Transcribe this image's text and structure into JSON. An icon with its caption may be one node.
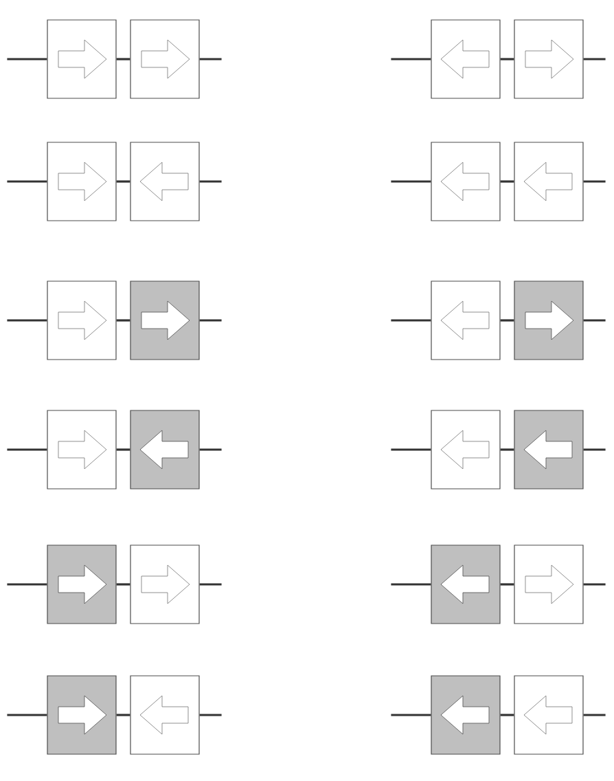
{
  "diagram": {
    "nodes": [
      {
        "text": [],
        "shape": "box"
      },
      {
        "text": [],
        "shape": "box"
      },
      {
        "text": [],
        "shape": "box"
      },
      {
        "text": [],
        "shape": "box"
      },
      {
        "text": [],
        "shape": "box"
      },
      {
        "text": [],
        "shape": "box"
      },
      {
        "text": [],
        "shape": "box"
      },
      {
        "text": [],
        "shape": "box"
      },
      {
        "text": [],
        "shape": "box"
      },
      {
        "text": [],
        "shape": "box"
      },
      {
        "text": [],
        "shape": "box"
      },
      {
        "text": [],
        "shape": "box"
      },
      {
        "text": [],
        "shape": "box"
      },
      {
        "text": [],
        "shape": "box"
      },
      {
        "text": [],
        "shape": "box"
      },
      {
        "text": [],
        "shape": "box"
      },
      {
        "text": [],
        "shape": "box"
      },
      {
        "text": [],
        "shape": "box"
      },
      {
        "text": [],
        "shape": "box"
      },
      {
        "text": [],
        "shape": "box"
      },
      {
        "text": [],
        "shape": "box"
      },
      {
        "text": [],
        "shape": "box"
      },
      {
        "text": [],
        "shape": "box"
      },
      {
        "text": [],
        "shape": "box"
      }
    ],
    "edges": [
      {
        "from": null,
        "to": 0,
        "arrow": "none"
      },
      {
        "from": 0,
        "to": 1,
        "arrow": "none"
      },
      {
        "from": 1,
        "to": null,
        "arrow": "none"
      },
      {
        "from": null,
        "to": 2,
        "arrow": "none"
      },
      {
        "from": 2,
        "to": 3,
        "arrow": "none"
      },
      {
        "from": 3,
        "to": null,
        "arrow": "none"
      },
      {
        "from": null,
        "to": 4,
        "arrow": "none"
      },
      {
        "from": 4,
        "to": 5,
        "arrow": "none"
      },
      {
        "from": 5,
        "to": null,
        "arrow": "none"
      },
      {
        "from": null,
        "to": 6,
        "arrow": "none"
      },
      {
        "from": 6,
        "to": 7,
        "arrow": "none"
      },
      {
        "from": 7,
        "to": null,
        "arrow": "none"
      },
      {
        "from": null,
        "to": 8,
        "arrow": "none"
      },
      {
        "from": 8,
        "to": 9,
        "arrow": "none"
      },
      {
        "from": 9,
        "to": null,
        "arrow": "none"
      },
      {
        "from": null,
        "to": 10,
        "arrow": "none"
      },
      {
        "from": 10,
        "to": 11,
        "arrow": "none"
      },
      {
        "from": 11,
        "to": null,
        "arrow": "none"
      },
      {
        "from": null,
        "to": 12,
        "arrow": "none"
      },
      {
        "from": 12,
        "to": 13,
        "arrow": "none"
      },
      {
        "from": 13,
        "to": null,
        "arrow": "none"
      },
      {
        "from": null,
        "to": 14,
        "arrow": "none"
      },
      {
        "from": 14,
        "to": 15,
        "arrow": "none"
      },
      {
        "from": 15,
        "to": null,
        "arrow": "none"
      },
      {
        "from": null,
        "to": 16,
        "arrow": "none"
      },
      {
        "from": 16,
        "to": 17,
        "arrow": "none"
      },
      {
        "from": 17,
        "to": null,
        "arrow": "none"
      },
      {
        "from": null,
        "to": 18,
        "arrow": "none"
      },
      {
        "from": 18,
        "to": 19,
        "arrow": "none"
      },
      {
        "from": 19,
        "to": null,
        "arrow": "none"
      },
      {
        "from": null,
        "to": 20,
        "arrow": "none"
      },
      {
        "from": 20,
        "to": 21,
        "arrow": "none"
      },
      {
        "from": 21,
        "to": null,
        "arrow": "none"
      },
      {
        "from": null,
        "to": 22,
        "arrow": "none"
      },
      {
        "from": 22,
        "to": 23,
        "arrow": "none"
      },
      {
        "from": 23,
        "to": null,
        "arrow": "none"
      }
    ]
  }
}
